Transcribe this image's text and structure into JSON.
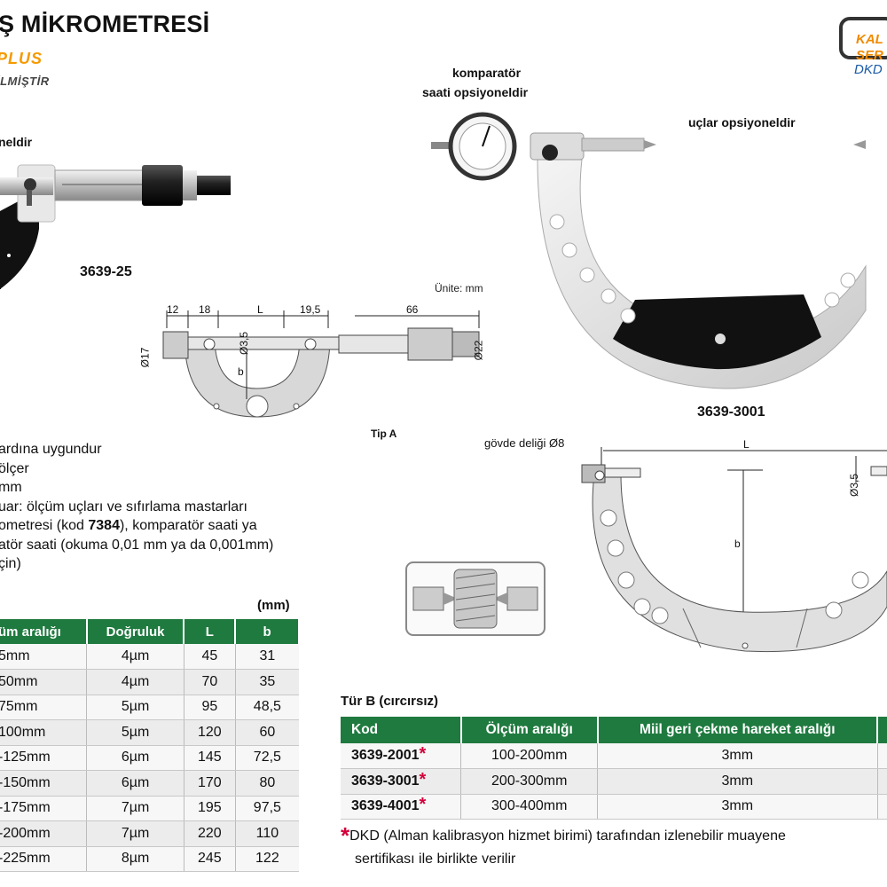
{
  "header": {
    "title": "Ş MİKROMETRESİ",
    "brand_plus": "PLUS",
    "tested": "İLMİŞTİR"
  },
  "logo": {
    "line1": "KAL",
    "line2": "SER",
    "line3": "DKD"
  },
  "labels": {
    "left_option": "neldir",
    "model_small": "3639-25",
    "comparator_line1": "komparatör",
    "comparator_line2": "saati opsiyoneldir",
    "tips_optional": "uçlar opsiyoneldir",
    "model_large": "3639-3001",
    "unit": "Ünite: mm",
    "tip_a": "Tip A",
    "body_hole": "gövde deliği Ø8"
  },
  "dims_a": {
    "d12": "12",
    "d18": "18",
    "dL": "L",
    "d195": "19,5",
    "d66": "66",
    "d17": "Ø17",
    "d35": "Ø3,5",
    "d22": "Ø22",
    "db": "b"
  },
  "dims_b": {
    "dL": "L",
    "db": "b",
    "d35": "Ø3,5"
  },
  "features": [
    "ardına uygundur",
    "ölçer",
    " mm",
    "uar: ölçüm uçları ve sıfırlama mastarları",
    "ometresi (kod 7384), komparatör saati ya",
    "atör saati (okuma 0,01 mm ya da 0,001mm)",
    "çin)"
  ],
  "table_a": {
    "unit": "(mm)",
    "headers": [
      "üm aralığı",
      "Doğruluk",
      "L",
      "b"
    ],
    "rows": [
      [
        "5mm",
        "4µm",
        "45",
        "31"
      ],
      [
        "50mm",
        "4µm",
        "70",
        "35"
      ],
      [
        "75mm",
        "5µm",
        "95",
        "48,5"
      ],
      [
        "100mm",
        "5µm",
        "120",
        "60"
      ],
      [
        "-125mm",
        "6µm",
        "145",
        "72,5"
      ],
      [
        "-150mm",
        "6µm",
        "170",
        "80"
      ],
      [
        "-175mm",
        "7µm",
        "195",
        "97,5"
      ],
      [
        "-200mm",
        "7µm",
        "220",
        "110"
      ],
      [
        "-225mm",
        "8µm",
        "245",
        "122"
      ]
    ]
  },
  "table_b": {
    "title": "Tür B (cırcırsız)",
    "headers": [
      "Kod",
      "Ölçüm aralığı",
      "Miil geri çekme hareket aralığı",
      ""
    ],
    "rows": [
      [
        "3639-2001",
        "100-200mm",
        "3mm"
      ],
      [
        "3639-3001",
        "200-300mm",
        "3mm"
      ],
      [
        "3639-4001",
        "300-400mm",
        "3mm"
      ]
    ],
    "star": "*"
  },
  "note": {
    "star": "*",
    "line1": "DKD (Alman kalibrasyon hizmet birimi) tarafından izlenebilir muayene",
    "line2": "sertifikası ile birlikte verilir"
  },
  "colors": {
    "header_green": "#1f7a3f",
    "accent_orange": "#f59a00",
    "star_red": "#d4003a",
    "logo_orange": "#f08a00",
    "logo_blue": "#1a5aa8"
  }
}
